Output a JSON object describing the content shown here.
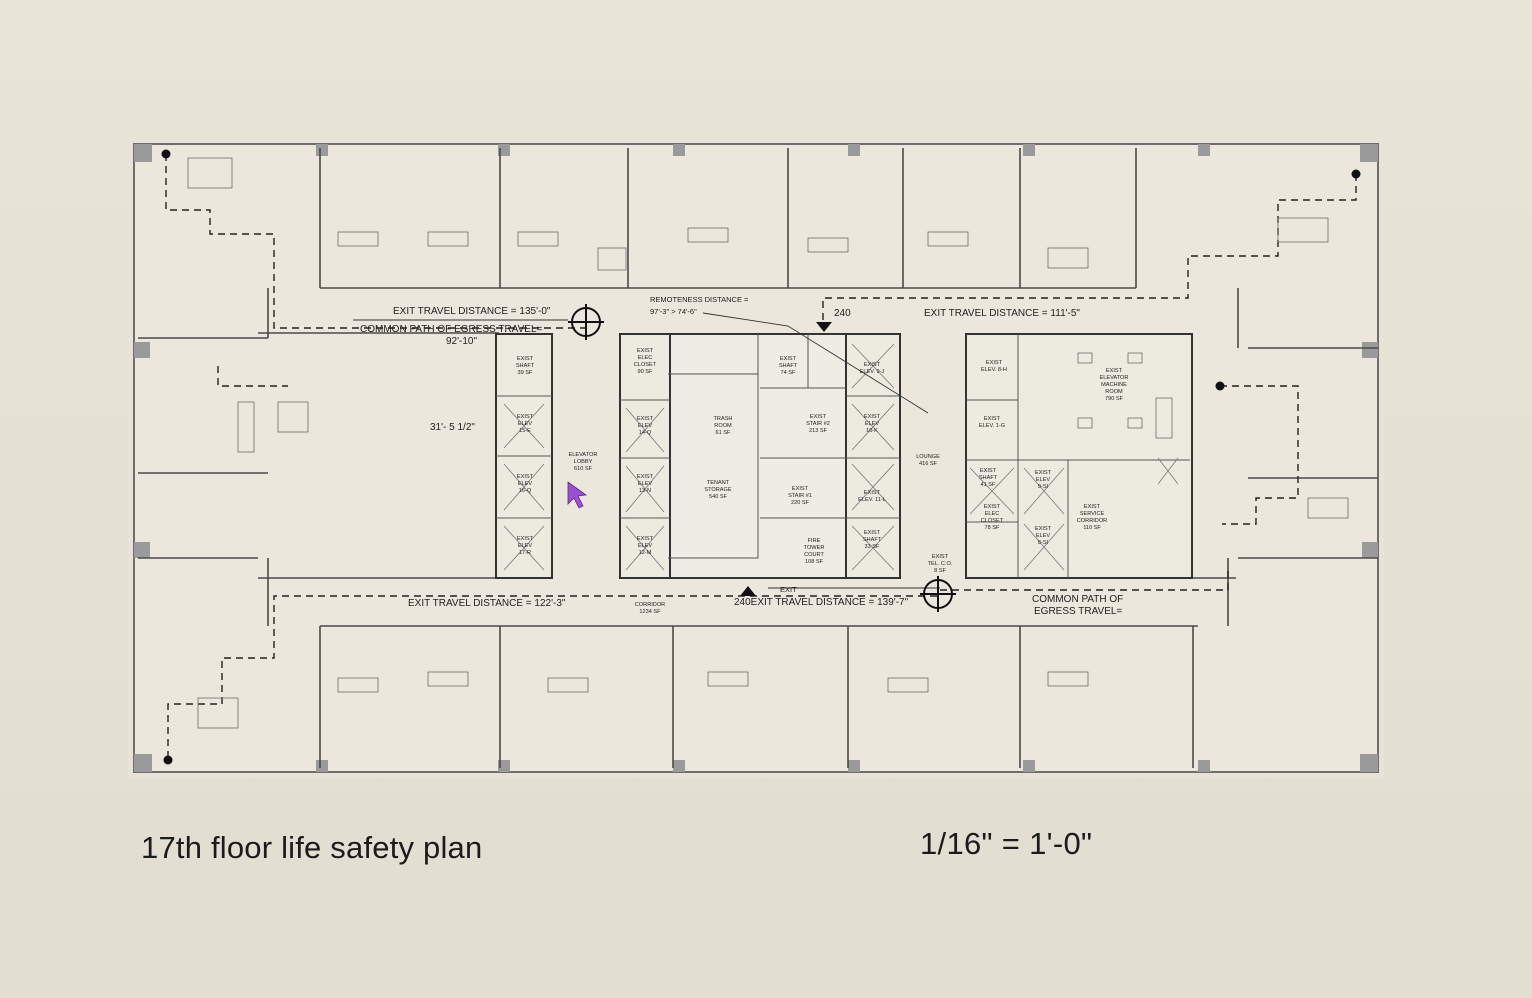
{
  "caption": "17th floor life safety plan",
  "scale_label": "1/16\" = 1'-0\"",
  "annotations": {
    "exit_travel_nw": "EXIT TRAVEL DISTANCE = 135'-0\"",
    "common_path_nw": "COMMON PATH OF EGRESS TRAVEL=",
    "common_path_nw_value": "92'-10\"",
    "remoteness": "REMOTENESS DISTANCE =",
    "remoteness_value": "97'-3\" > 74'-6\"",
    "num_240_top": "240",
    "exit_travel_ne": "EXIT TRAVEL DISTANCE = 111'-5\"",
    "exit_travel_sw": "EXIT TRAVEL DISTANCE = 122'-3\"",
    "exit_label": "EXIT",
    "exit_travel_s": "240EXIT TRAVEL DISTANCE = 139'-7\"",
    "common_path_se": "COMMON PATH OF",
    "common_path_se_2": "EGRESS TRAVEL=",
    "dimension": "31'- 5 1/2\""
  },
  "rooms": {
    "elevator_lobby": [
      "ELEVATOR",
      "LOBBY",
      "610 SF"
    ],
    "exist_shaft_a": [
      "EXIST",
      "SHAFT",
      "39 SF"
    ],
    "exist_elev_15": [
      "EXIST",
      "ELEV",
      "15-E"
    ],
    "exist_elev_16": [
      "EXIST",
      "ELEV",
      "16-Q"
    ],
    "exist_elev_17": [
      "EXIST",
      "ELEV",
      "17-R"
    ],
    "elec_closet": [
      "EXIST",
      "ELEC",
      "CLOSET",
      "90 SF"
    ],
    "exist_elev_14": [
      "EXIST",
      "ELEV",
      "14-Q"
    ],
    "exist_elev_13": [
      "EXIST",
      "ELEV",
      "13-N"
    ],
    "exist_elev_12": [
      "EXIST",
      "ELEV",
      "12-M"
    ],
    "trash_room": [
      "TRASH",
      "ROOM",
      "61 SF"
    ],
    "tenant_storage": [
      "TENANT",
      "STORAGE",
      "540 SF"
    ],
    "exist_shaft_b": [
      "EXIST",
      "SHAFT",
      "74 SF"
    ],
    "exist_stair_2": [
      "EXIST",
      "STAIR #2",
      "213 SF"
    ],
    "exist_stair_1": [
      "EXIST",
      "STAIR #1",
      "220 SF"
    ],
    "fire_tower": [
      "FIRE",
      "TOWER",
      "COURT",
      "108 SF"
    ],
    "exist_elev_9": [
      "EXIST",
      "ELEV. 9-J"
    ],
    "exist_elev_10": [
      "EXIST",
      "ELEV",
      "10-K"
    ],
    "exist_elev_11": [
      "EXIST",
      "ELEV. 11-L"
    ],
    "exist_shaft_c": [
      "EXIST",
      "SHAFT",
      "33 SF"
    ],
    "lounge": [
      "LOUNGE",
      "416 SF"
    ],
    "tel_closet": [
      "EXIST",
      "TEL. C.O.",
      "8 SF"
    ],
    "exist_elev_8": [
      "EXIST",
      "ELEV. 8-H"
    ],
    "exist_elev_1": [
      "EXIST",
      "ELEV. 1-G"
    ],
    "exist_shaft_d": [
      "EXIST",
      "SHAFT",
      "41 SF"
    ],
    "elec_closet_2": [
      "EXIST",
      "ELEC",
      "CLOSET",
      "78 SF"
    ],
    "exist_elev_9s": [
      "EXIST",
      "ELEV",
      "9-SI"
    ],
    "exist_elev_8s": [
      "EXIST",
      "ELEV",
      "8-SI"
    ],
    "service_corridor": [
      "EXIST",
      "SERVICE",
      "CORRIDOR",
      "110 SF"
    ],
    "machine_room": [
      "EXIST",
      "ELEVATOR",
      "MACHINE",
      "ROOM",
      "790 SF"
    ],
    "corridor": [
      "CORRIDOR",
      "1234 SF"
    ]
  }
}
